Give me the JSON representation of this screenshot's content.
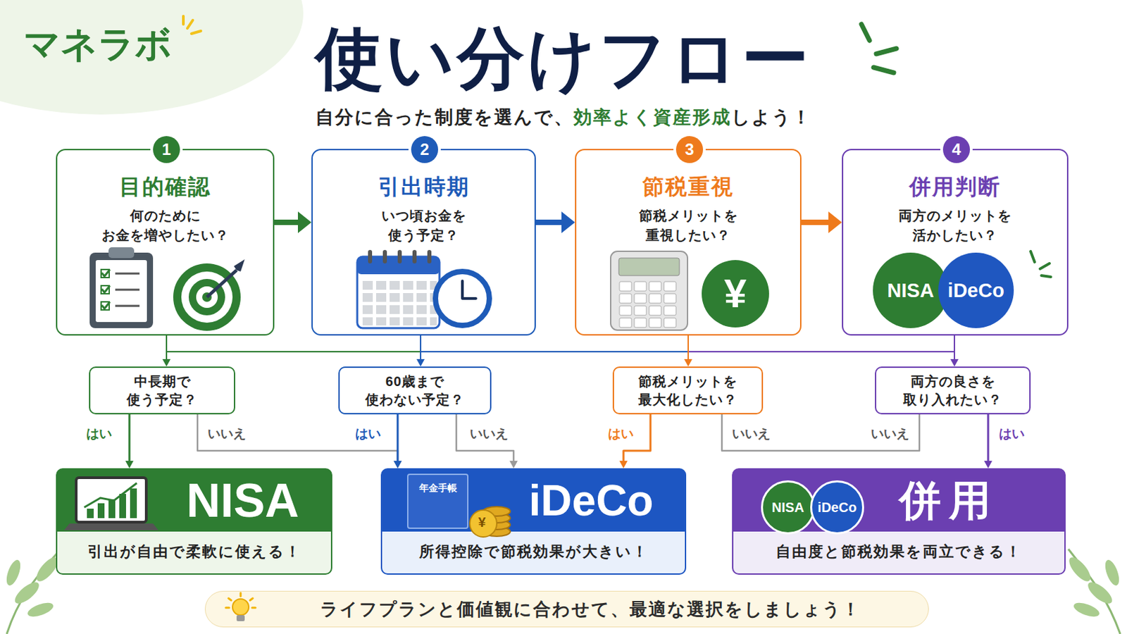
{
  "diagram": {
    "title": "使い分けフロー",
    "nodes": [
      {
        "text": [
          "目的確認",
          "何のために お金を増やしたい？"
        ]
      },
      {
        "text": [
          "1"
        ],
        "in": 0
      },
      {
        "text": [
          "引出時期",
          "いつ頃お金を 使う予定？"
        ]
      },
      {
        "text": [
          "2"
        ],
        "in": 2
      },
      {
        "text": [
          "節税重視",
          "節税メリットを 重視したい？"
        ]
      },
      {
        "text": [
          "3"
        ],
        "in": 4
      },
      {
        "text": [
          "¥"
        ],
        "in": 4
      },
      {
        "text": [
          "併用判断",
          "両方のメリットを 活かしたい？"
        ]
      },
      {
        "text": [
          "4"
        ],
        "in": 7
      },
      {
        "text": [
          "NISA"
        ],
        "in": 7
      },
      {
        "text": [
          "iDeCo"
        ],
        "in": 7
      },
      {
        "text": [
          "中長期で 使う予定？"
        ]
      },
      {
        "text": [
          "60歳まで 使わない予定？"
        ]
      },
      {
        "text": [
          "節税メリットを 最大化したい？"
        ]
      },
      {
        "text": [
          "両方の良さを 取り入れたい？"
        ]
      },
      {
        "text": [
          "NISA",
          "引出が自由で柔軟に使える！"
        ]
      },
      {
        "text": [
          "iDeCo",
          "所得控除で節税効果が大きい！"
        ]
      },
      {
        "text": [
          "年金手帳"
        ],
        "in": 16
      },
      {
        "text": [
          "併用",
          "自由度と節税効果を両立できる！"
        ]
      },
      {
        "text": [
          "NISA"
        ],
        "in": 18
      },
      {
        "text": [
          "iDeCo"
        ],
        "in": 18
      },
      {
        "text": [
          "ライフプランと価値観に合わせて、最適な選択をしましょう！"
        ]
      }
    ],
    "edges": [
      {
        "from": 0,
        "to": 2,
        "arrow": "to"
      },
      {
        "from": 2,
        "to": 4,
        "arrow": "to"
      },
      {
        "from": 4,
        "to": 7,
        "arrow": "to"
      },
      {
        "from": 0,
        "to": 11,
        "arrow": "to"
      },
      {
        "from": 2,
        "to": 12,
        "arrow": "to"
      },
      {
        "from": 4,
        "to": 13,
        "arrow": "to"
      },
      {
        "from": 7,
        "to": 14,
        "arrow": "to"
      },
      {
        "from": 11,
        "to": 15,
        "label": "はい",
        "arrow": "to"
      },
      {
        "from": 11,
        "to": 16,
        "label": "いいえ",
        "arrow": "to"
      },
      {
        "from": 12,
        "to": 16,
        "label": "はい",
        "arrow": "to"
      },
      {
        "from": 12,
        "to": 16,
        "label": "いいえ",
        "arrow": "to"
      },
      {
        "from": 13,
        "to": 16,
        "label": "はい",
        "arrow": "to"
      },
      {
        "from": 13,
        "to": 14,
        "label": "いいえ",
        "arrow": "none"
      },
      {
        "from": 14,
        "to": 18,
        "label": "はい",
        "arrow": "to"
      }
    ],
    "labels": [
      "マネラボ",
      "自分に合った制度を選んで、",
      "効率よく資産形成",
      "しよう！",
      "いいえ",
      "¥"
    ]
  }
}
